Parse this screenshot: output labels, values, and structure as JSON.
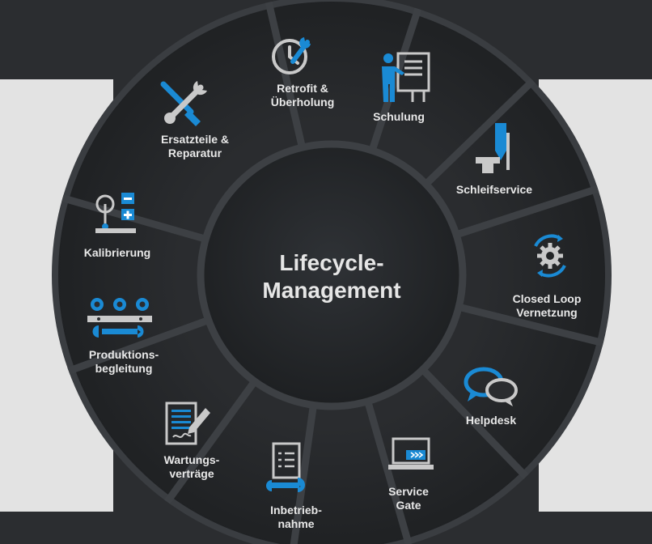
{
  "center": {
    "title": "Lifecycle-\nManagement"
  },
  "segments": [
    {
      "id": "retrofit",
      "label": "Retrofit &\nÜberholung",
      "icon": "clock-wrench-icon"
    },
    {
      "id": "schulung",
      "label": "Schulung",
      "icon": "presenter-board-icon"
    },
    {
      "id": "schleifservice",
      "label": "Schleifservice",
      "icon": "grinding-tool-icon"
    },
    {
      "id": "closed_loop",
      "label": "Closed Loop\nVernetzung",
      "icon": "gear-cycle-icon"
    },
    {
      "id": "helpdesk",
      "label": "Helpdesk",
      "icon": "chat-bubbles-icon"
    },
    {
      "id": "service_gate",
      "label": "Service\nGate",
      "icon": "laptop-arrows-icon"
    },
    {
      "id": "inbetriebnahme",
      "label": "Inbetrieb-\nnahme",
      "icon": "checklist-wrench-icon"
    },
    {
      "id": "wartungsvertraege",
      "label": "Wartungs-\nverträge",
      "icon": "contract-pen-icon"
    },
    {
      "id": "produktionsbegleitung",
      "label": "Produktions-\nbegleitung",
      "icon": "gears-conveyor-icon"
    },
    {
      "id": "kalibrierung",
      "label": "Kalibrierung",
      "icon": "gauge-plus-minus-icon"
    },
    {
      "id": "ersatzteile",
      "label": "Ersatzteile &\nReparatur",
      "icon": "wrench-screwdriver-icon"
    }
  ],
  "colors": {
    "accent": "#1a8ad4",
    "icon_gray": "#c9c9c9",
    "text": "#e8e8e8",
    "wheel": "#232527",
    "panel": "#e3e3e3"
  }
}
